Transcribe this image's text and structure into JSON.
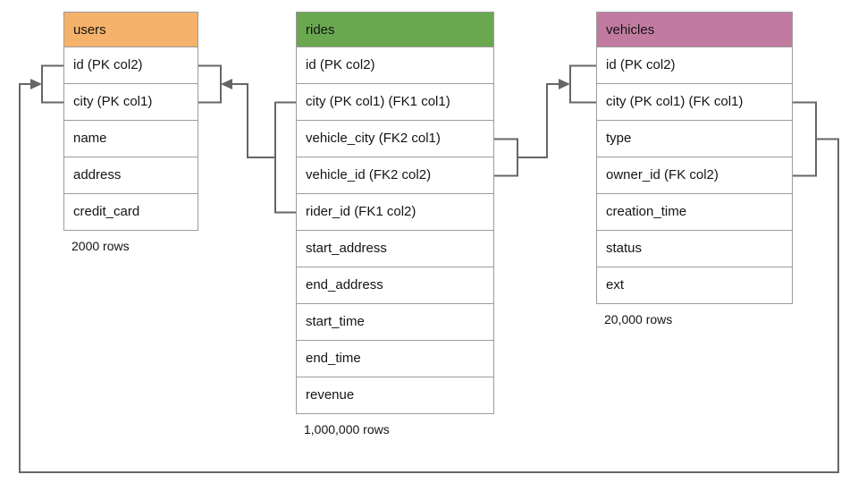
{
  "diagram": {
    "connector_color": "#666666",
    "tables": [
      {
        "name": "users",
        "header_color": "#F6B26B",
        "rows": [
          "id (PK col2)",
          "city (PK col1)",
          "name",
          "address",
          "credit_card"
        ],
        "row_count_label": "2000 rows"
      },
      {
        "name": "rides",
        "header_color": "#6AA84F",
        "rows": [
          "id (PK col2)",
          "city (PK col1) (FK1 col1)",
          "vehicle_city (FK2 col1)",
          "vehicle_id (FK2 col2)",
          "rider_id (FK1 col2)",
          "start_address",
          "end_address",
          "start_time",
          "end_time",
          "revenue"
        ],
        "row_count_label": "1,000,000 rows"
      },
      {
        "name": "vehicles",
        "header_color": "#C27BA0",
        "rows": [
          "id (PK col2)",
          "city (PK col1) (FK col1)",
          "type",
          "owner_id (FK col2)",
          "creation_time",
          "status",
          "ext"
        ],
        "row_count_label": "20,000 rows"
      }
    ],
    "relationships": [
      {
        "name": "rides FK1 to users",
        "from": "rides.city + rides.rider_id",
        "to": "users.id + users.city"
      },
      {
        "name": "rides FK2 to vehicles",
        "from": "rides.vehicle_city + rides.vehicle_id",
        "to": "vehicles.id + vehicles.city"
      },
      {
        "name": "vehicles FK to users",
        "from": "vehicles.city + vehicles.owner_id",
        "to": "users.id + users.city"
      }
    ]
  }
}
